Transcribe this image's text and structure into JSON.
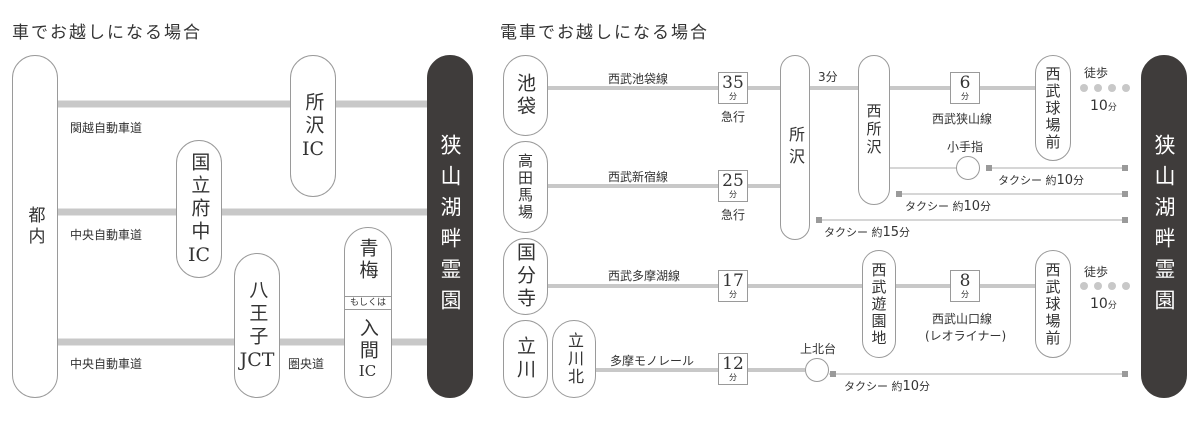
{
  "car": {
    "heading": "車でお越しになる場合",
    "origin": "都内",
    "destination": "狭山湖畔霊園",
    "tokorozawa_ic": "所沢",
    "tokorozawa_ic_suffix": "IC",
    "kunitachi_fuchu_ic": "国立府中",
    "kunitachi_fuchu_ic_suffix": "IC",
    "hachioji_jct": "八王子",
    "hachioji_jct_suffix": "JCT",
    "ome_ic": "青梅",
    "or_label": "もしくは",
    "iruma_ic": "入間",
    "iruma_ic_suffix": "IC",
    "kanetsu": "関越自動車道",
    "chuo1": "中央自動車道",
    "chuo2": "中央自動車道",
    "kenodo": "圏央道"
  },
  "train": {
    "heading": "電車でお越しになる場合",
    "destination": "狭山湖畔霊園",
    "ikebukuro": "池袋",
    "takadanobaba": "高田馬場",
    "kokubunji": "国分寺",
    "tachikawa": "立川",
    "tachikawa_kita": "立川北",
    "tokorozawa": "所沢",
    "nishitokorozawa": "西所沢",
    "seibuyuenchi": "西武遊園地",
    "seibukyujomae1": "西武球場前",
    "seibukyujomae2": "西武球場前",
    "kotesashi": "小手指",
    "kamikitadai": "上北台",
    "ikebukuro_line": "西武池袋線",
    "shinjuku_line": "西武新宿線",
    "tamako_line": "西武多摩湖線",
    "monorail": "多摩モノレール",
    "sayama_line": "西武狭山線",
    "yamaguchi_line": "西武山口線",
    "leo_liner": "(レオライナー)",
    "ikebukuro_min": "35",
    "shinjuku_min": "25",
    "tamako_min": "17",
    "monorail_min": "12",
    "sayama_min": "6",
    "yamaguchi_min": "8",
    "min_unit": "分",
    "express1": "急行",
    "express2": "急行",
    "transfer_min": "3分",
    "walk_label1": "徒歩",
    "walk_time1": "10",
    "walk_label2": "徒歩",
    "walk_time2": "10",
    "taxi_label": "タクシー 約",
    "taxi_kotesashi": "10",
    "taxi_nishitokorozawa": "10",
    "taxi_tokorozawa": "15",
    "taxi_kamikitadai": "10"
  },
  "colors": {
    "line": "#c8c8c8",
    "border": "#9a9a9a",
    "dark": "#3f3c3b",
    "dot": "#c8c8c8"
  }
}
